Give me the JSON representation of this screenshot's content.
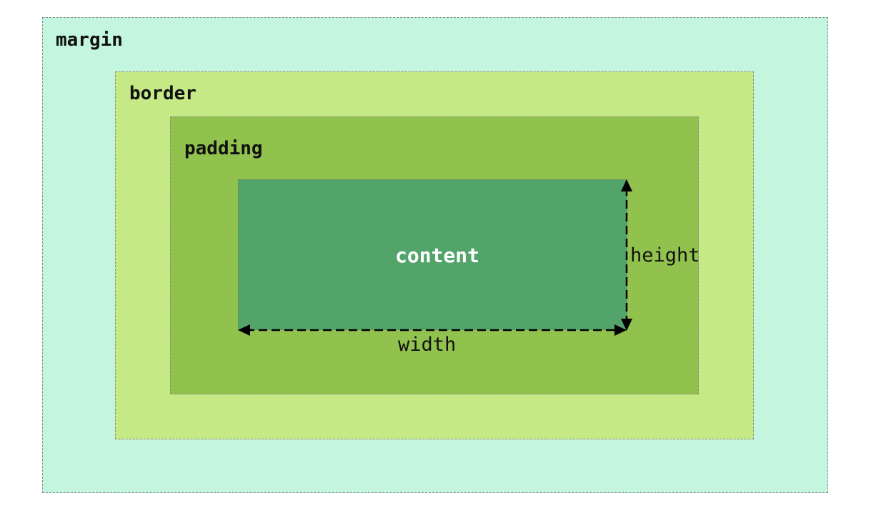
{
  "layers": {
    "margin": {
      "label": "margin",
      "color": "#c3f5df"
    },
    "border": {
      "label": "border",
      "color": "#c4e985"
    },
    "padding": {
      "label": "padding",
      "color": "#92c24e"
    },
    "content": {
      "label": "content",
      "color": "#52a46b"
    }
  },
  "dimensions": {
    "height": "height",
    "width": "width"
  }
}
